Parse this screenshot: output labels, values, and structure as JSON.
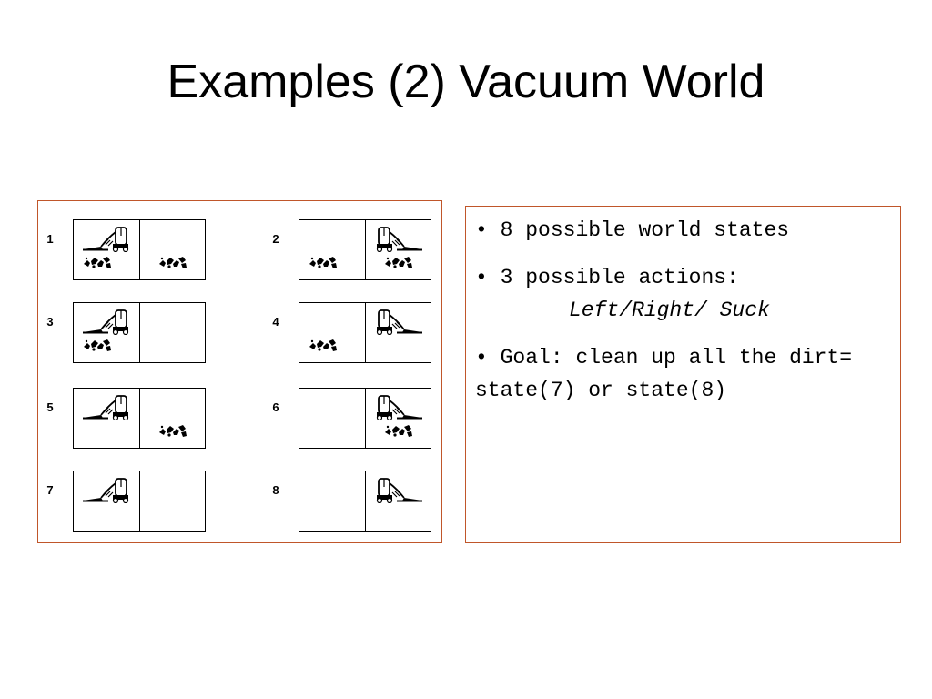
{
  "slide": {
    "title": "Examples (2) Vacuum World"
  },
  "diagram": {
    "states": [
      {
        "number": "1",
        "vacuum": "left",
        "dirt_left": true,
        "dirt_right": true
      },
      {
        "number": "2",
        "vacuum": "right",
        "dirt_left": true,
        "dirt_right": true
      },
      {
        "number": "3",
        "vacuum": "left",
        "dirt_left": true,
        "dirt_right": false
      },
      {
        "number": "4",
        "vacuum": "right",
        "dirt_left": true,
        "dirt_right": false
      },
      {
        "number": "5",
        "vacuum": "left",
        "dirt_left": false,
        "dirt_right": true
      },
      {
        "number": "6",
        "vacuum": "right",
        "dirt_left": false,
        "dirt_right": true
      },
      {
        "number": "7",
        "vacuum": "left",
        "dirt_left": false,
        "dirt_right": false
      },
      {
        "number": "8",
        "vacuum": "right",
        "dirt_left": false,
        "dirt_right": false
      }
    ],
    "icons": {
      "vacuum": "vacuum-cleaner-icon",
      "dirt": "dirt-pile-icon"
    },
    "colors": {
      "frame": "#c0562a",
      "line": "#000000"
    }
  },
  "notes": {
    "bullet_char": "•",
    "items": [
      {
        "text": "8 possible world states"
      },
      {
        "text": "3 possible actions:",
        "sub": "Left/Right/ Suck"
      },
      {
        "text": "Goal: clean up all the dirt= state(7) or state(8)"
      }
    ]
  }
}
